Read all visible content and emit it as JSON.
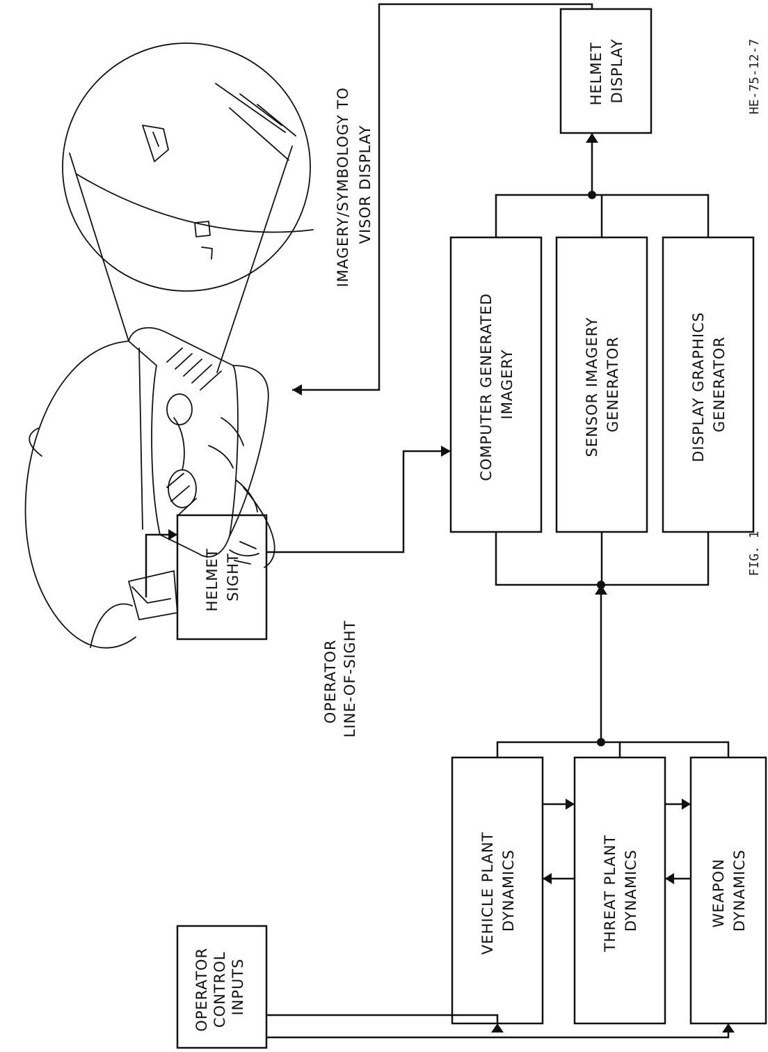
{
  "blocks": {
    "operator_control_inputs": [
      "OPERATOR",
      "CONTROL",
      "INPUTS"
    ],
    "helmet_sight": [
      "HELMET",
      "SIGHT"
    ],
    "vehicle_plant_dynamics": [
      "VEHICLE PLANT",
      "DYNAMICS"
    ],
    "threat_plant_dynamics": [
      "THREAT PLANT",
      "DYNAMICS"
    ],
    "weapon_dynamics": [
      "WEAPON",
      "DYNAMICS"
    ],
    "computer_generated_imagery": [
      "COMPUTER GENERATED",
      "IMAGERY"
    ],
    "sensor_imagery_generator": [
      "SENSOR IMAGERY",
      "GENERATOR"
    ],
    "display_graphics_generator": [
      "DISPLAY GRAPHICS",
      "GENERATOR"
    ],
    "helmet_display": [
      "HELMET",
      "DISPLAY"
    ]
  },
  "labels": {
    "operator_line_of_sight": [
      "OPERATOR",
      "LINE-OF-SIGHT"
    ],
    "imagery_to_visor": [
      "IMAGERY/SYMBOLOGY TO",
      "VISOR DISPLAY"
    ]
  },
  "figure_caption": "FIG. 1",
  "figure_code": "HE-75-12-7"
}
